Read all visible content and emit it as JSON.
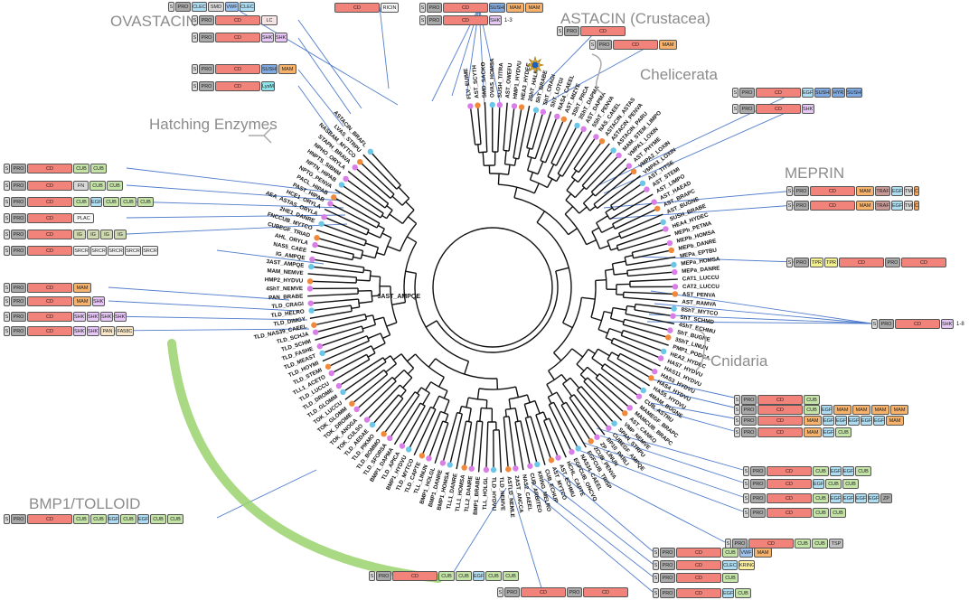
{
  "colors": {
    "branch": "#111111",
    "link": "#3f6fc6",
    "arc": "#9ad46d",
    "caption": "#8c8c8c",
    "dot_purple": "#d97ee6",
    "dot_orange": "#f08a3a",
    "dot_green": "#8cc751",
    "dot_blue": "#1f5fbf",
    "dot_lightblue": "#6cc6e8",
    "domains": {
      "S": "#dcdcdc",
      "PRO": "#a9a9a9",
      "CD": "#f2837a",
      "CUB": "#c4e3a6",
      "EGF": "#aeddf2",
      "MAM": "#f6b26b",
      "SHKT": "#e6c6f5",
      "TSP": "#c0c0c0",
      "CLEC": "#aeddf2",
      "KRING": "#fff19b",
      "VWF": "#9fc3ef",
      "SUSHI": "#7fa9e0",
      "HYR": "#7fa9e0",
      "TRAF": "#c79a98",
      "TM": "#d8d8d8",
      "C": "#f6a15a",
      "TPR": "#f3f08f",
      "IG": "#ced9b0",
      "SRCR": "#f3f3f3",
      "PAN": "#f7e7c8",
      "FA58C": "#f7e7c8",
      "FN": "#d8d8d8",
      "PLAC": "#f7f7f7",
      "SMD": "#d8d8d8",
      "LC": "#f7e5e5",
      "RICIN": "#f5f5f5",
      "LysM": "#8ee2e8",
      "ZP": "#a9a9a9"
    }
  },
  "captions": [
    {
      "id": "ovastacin",
      "text": "OVASTACIN"
    },
    {
      "id": "astacin",
      "text": "ASTACIN (Crustacea)"
    },
    {
      "id": "chelicerata",
      "text": "Chelicerata"
    },
    {
      "id": "hatching",
      "text": "Hatching Enzymes"
    },
    {
      "id": "meprin",
      "text": "MEPRIN"
    },
    {
      "id": "cnidaria",
      "text": "Cnidaria"
    },
    {
      "id": "bmp1",
      "text": "BMP1/TOLLOID"
    }
  ],
  "leaves": [
    "FLV_EUIME",
    "AST_SCYTH",
    "SMD_SACKO",
    "OVAS_HOMSA",
    "SUSH_TITRA",
    "AST_OWEFU",
    "HMP1_HYDVU",
    "HEA3_HYDEC",
    "2ShT_HALRO",
    "ShT_BRABE",
    "ShT_CRAGI",
    "ShT_LOTGI",
    "NAS4_CAEEL",
    "AST_MIZYE",
    "3ShT_PRCA",
    "3ShT_DAPMA",
    "AST_DAPMA",
    "5ShT_PENVA",
    "NAS_CAEEL",
    "ASTACIN_ASTAS",
    "ASTACIN_PENVA",
    "ASTACIN_PARU",
    "MAM_STEM_LIMPO",
    "VMPA1_LOXIN",
    "AST_PHYME",
    "VMPA2_LOXIN",
    "VMPA3_LOXIN",
    "AST_TITSE",
    "AST_STEMI",
    "AST_LIMPO",
    "AST_HAEAD",
    "AST_BRAPC",
    "AST_BUGNE",
    "SUSH_BRABE",
    "HEA4_HYDEC",
    "MEPb_PETMA",
    "MEPb_HOMSA",
    "MEPb_DANRE",
    "MEPa_EPTBU",
    "MEPa_HOMSA",
    "MEPa_DANRE",
    "CAT1_LUCCU",
    "CAT2_LUCCU",
    "AST_PENVA",
    "AST_RAMVA",
    "8ShT_MYTCO",
    "ShT_SCHMD",
    "4ShT_ECHMU",
    "ShT_BUGNE",
    "3ShT_LINUN",
    "PMP1_PODCA",
    "HEA2_HYDEC",
    "HAS7_HYDVU",
    "HAS11_HYDVU",
    "HAS3_HYDVU",
    "HAS4_HYDVU",
    "HAS5_HYDVU",
    "4MAM_BUGNE",
    "CUB_ASTRU",
    "MAMEGF_BRAPC",
    "MAMCUB_BRAPC",
    "AST_CANKO",
    "VMP_NEMVE",
    "SPAN_STRPU",
    "CUBEGF_AMPQE",
    "BP10_PARLI",
    "ZP_LINUN",
    "2CUB_PENVA",
    "EGFCUB_TRISP",
    "NAS34_CAEEL",
    "EGFCUB_ONCVO",
    "HCHL_CAPTE",
    "AST_ECHMU",
    "AST_MYTCO",
    "CUB_ECHUP",
    "KRING_MELRO",
    "CUB_ARBITEO",
    "NAS2_CAEEL",
    "2AST_ANCCA",
    "ASTLD_NEMLE",
    "TLD_NEMVE",
    "TLD_HYDVU",
    "TLL_HOLGL",
    "BMP1_BRABE",
    "TLL2_DANRE",
    "TLL1_HOMSA",
    "TLL1_DANRE",
    "BMP1_HOMSA",
    "BMP1_DANRE",
    "BMP1_HOLGL",
    "TLL_LINUN",
    "TLD_CAPTE",
    "TLD_MYTCO",
    "BMP1_HYDVU",
    "TLD_APICA",
    "BMP1_DAPMA",
    "TLD_SFORSA",
    "TLD_BOMMO",
    "TLD_PIKMO",
    "TLD_AEDAE",
    "TOK_CULSO",
    "TOK_ANOGA",
    "TOK_DROME",
    "TOK_GLOMM",
    "TOK_LUCCU",
    "TLD_GLOMM",
    "TLD_DROME",
    "TLD_LUCCU",
    "TLL1_ACETO",
    "TLD_STEMI",
    "TLD_HOYMI",
    "TLD_MEAST",
    "TLD_FASHE",
    "TLD_SCHM",
    "TLD_SCHJA",
    "TLD_NAS39_CAEEL",
    "TLD_DIMGY",
    "TLD_HELRO",
    "TLD_CRAGI",
    "PAN_BRABE",
    "4ShT_NEMVE",
    "HMP2_HYDVU",
    "MAM_NEMVE",
    "3AST_AMPQE",
    "IG_AMPQE",
    "NAS5_CAEE",
    "AHL_ORYLA",
    "CUBEGF_TRIAD",
    "FNCCUB_MYTCO",
    "2HE1_DANRE",
    "AEA_ASTAS_ORYLA",
    "HCE1_ORYLA",
    "PAST_HIPAB",
    "PACL_HIPAB",
    "NPTG_PENVA",
    "NPTN_HIPAB",
    "HNPTS_SIBNM",
    "NPHO_ORYLA",
    "STAPH_BRAVA",
    "NASBAM_MYTCO",
    "LVAS_STRPU",
    "ASTACIN_BRAFL"
  ],
  "archs": [
    {
      "id": "a01",
      "doms": [
        "S",
        "PRO",
        "CLEC",
        "SMD",
        "VWF",
        "CLEC"
      ]
    },
    {
      "id": "a02",
      "doms": [
        "CD",
        "RICIN"
      ]
    },
    {
      "id": "a03",
      "doms": [
        "S",
        "PRO",
        "CD",
        "SUSHI",
        "MAM",
        "MAM"
      ]
    },
    {
      "id": "a04",
      "doms": [
        "S",
        "PRO",
        "CD",
        "LC"
      ]
    },
    {
      "id": "a05",
      "doms": [
        "S",
        "PRO",
        "CD",
        "SHKT"
      ],
      "note": "1-3"
    },
    {
      "id": "a06",
      "doms": [
        "S",
        "PRO",
        "CD",
        "SHKT",
        "SHKT"
      ]
    },
    {
      "id": "a07",
      "doms": [
        "S",
        "PRO",
        "CD"
      ]
    },
    {
      "id": "a08",
      "doms": [
        "S",
        "PRO",
        "CD",
        "MAM"
      ]
    },
    {
      "id": "a09",
      "doms": [
        "S",
        "PRO",
        "CD",
        "SUSHI",
        "MAM"
      ]
    },
    {
      "id": "a10",
      "doms": [
        "S",
        "PRO",
        "CD",
        "LysM"
      ]
    },
    {
      "id": "a11",
      "doms": [
        "S",
        "PRO",
        "CD",
        "EGF",
        "SUSHI",
        "HYR",
        "SUSHI"
      ]
    },
    {
      "id": "a12",
      "doms": [
        "S",
        "PRO",
        "CD",
        "SHKT"
      ]
    },
    {
      "id": "a13",
      "doms": [
        "S",
        "PRO",
        "CD",
        "CUB",
        "CUB"
      ]
    },
    {
      "id": "a14",
      "doms": [
        "S",
        "PRO",
        "CD",
        "FN",
        "CUB",
        "CUB"
      ]
    },
    {
      "id": "a15",
      "doms": [
        "S",
        "PRO",
        "CD",
        "CUB",
        "EGF",
        "CUB",
        "CUB",
        "CUB"
      ]
    },
    {
      "id": "a16",
      "doms": [
        "S",
        "PRO",
        "CD",
        "PLAC"
      ]
    },
    {
      "id": "a17",
      "doms": [
        "S",
        "PRO",
        "CD",
        "IG",
        "IG",
        "IG",
        "IG"
      ]
    },
    {
      "id": "a18",
      "doms": [
        "S",
        "PRO",
        "CD",
        "SRCR",
        "SRCR",
        "SRCR",
        "SRCR",
        "SRCR"
      ]
    },
    {
      "id": "a19",
      "doms": [
        "S",
        "PRO",
        "CD",
        "MAM",
        "TRAF",
        "EGF",
        "TM",
        "C"
      ]
    },
    {
      "id": "a20",
      "doms": [
        "S",
        "PRO",
        "CD",
        "MAM",
        "TRAF",
        "EGF",
        "TM",
        "C"
      ]
    },
    {
      "id": "a21",
      "doms": [
        "S",
        "PRO",
        "TPR",
        "TPR",
        "CD",
        "PRO",
        "CD"
      ]
    },
    {
      "id": "a22",
      "doms": [
        "S",
        "PRO",
        "CD",
        "MAM"
      ]
    },
    {
      "id": "a23",
      "doms": [
        "S",
        "PRO",
        "CD",
        "MAM",
        "SHKT"
      ]
    },
    {
      "id": "a24",
      "doms": [
        "S",
        "PRO",
        "CD",
        "SHKT",
        "SHKT",
        "SHKT",
        "SHKT"
      ]
    },
    {
      "id": "a25",
      "doms": [
        "S",
        "PRO",
        "CD",
        "SHKT",
        "SHKT",
        "PAN",
        "FA58C"
      ]
    },
    {
      "id": "a26",
      "doms": [
        "S",
        "PRO",
        "CD",
        "SHKT"
      ],
      "note": "1-8"
    },
    {
      "id": "a27",
      "doms": [
        "S",
        "PRO",
        "CD",
        "CUB",
        "EGF",
        "MAM",
        "MAM",
        "MAM",
        "MAM"
      ]
    },
    {
      "id": "a28",
      "doms": [
        "S",
        "PRO",
        "CD",
        "CUB"
      ]
    },
    {
      "id": "a29",
      "doms": [
        "S",
        "PRO",
        "CD",
        "MAM",
        "EGF",
        "EGF",
        "EGF",
        "EGF",
        "EGF",
        "MAM"
      ]
    },
    {
      "id": "a30",
      "doms": [
        "S",
        "PRO",
        "CD",
        "MAM",
        "EGF",
        "CUB"
      ]
    },
    {
      "id": "a31",
      "doms": [
        "S",
        "PRO",
        "CD",
        "CUB",
        "EGF",
        "EGF",
        "CUB"
      ]
    },
    {
      "id": "a32",
      "doms": [
        "S",
        "PRO",
        "CD",
        "EGF",
        "CUB",
        "CUB"
      ]
    },
    {
      "id": "a33",
      "doms": [
        "S",
        "PRO",
        "CD",
        "CUB",
        "EGF",
        "EGF",
        "EGF",
        "EGF",
        "ZP"
      ]
    },
    {
      "id": "a34",
      "doms": [
        "S",
        "PRO",
        "CD",
        "CUB",
        "CUB"
      ]
    },
    {
      "id": "a35",
      "doms": [
        "S",
        "PRO",
        "CD",
        "CUB",
        "CUB",
        "TSP"
      ]
    },
    {
      "id": "a36",
      "doms": [
        "S",
        "PRO",
        "CD",
        "CUB",
        "VWF",
        "MAM"
      ]
    },
    {
      "id": "a37",
      "doms": [
        "S",
        "PRO",
        "CD",
        "CLEC",
        "KRING"
      ]
    },
    {
      "id": "a38",
      "doms": [
        "S",
        "PRO",
        "CD",
        "CUB"
      ]
    },
    {
      "id": "a39",
      "doms": [
        "S",
        "PRO",
        "CD",
        "EGF",
        "CUB"
      ]
    },
    {
      "id": "a40",
      "doms": [
        "S",
        "PRO",
        "CD",
        "CUB",
        "CUB",
        "EGF",
        "CUB",
        "EGF",
        "CUB",
        "CUB"
      ]
    },
    {
      "id": "a41",
      "doms": [
        "S",
        "PRO",
        "CD",
        "CUB",
        "CUB",
        "EGF",
        "CUB",
        "CUB"
      ]
    },
    {
      "id": "a42",
      "doms": [
        "S",
        "PRO",
        "CD",
        "PRO",
        "CD"
      ]
    }
  ],
  "center_label": "3AST_AMPQE"
}
